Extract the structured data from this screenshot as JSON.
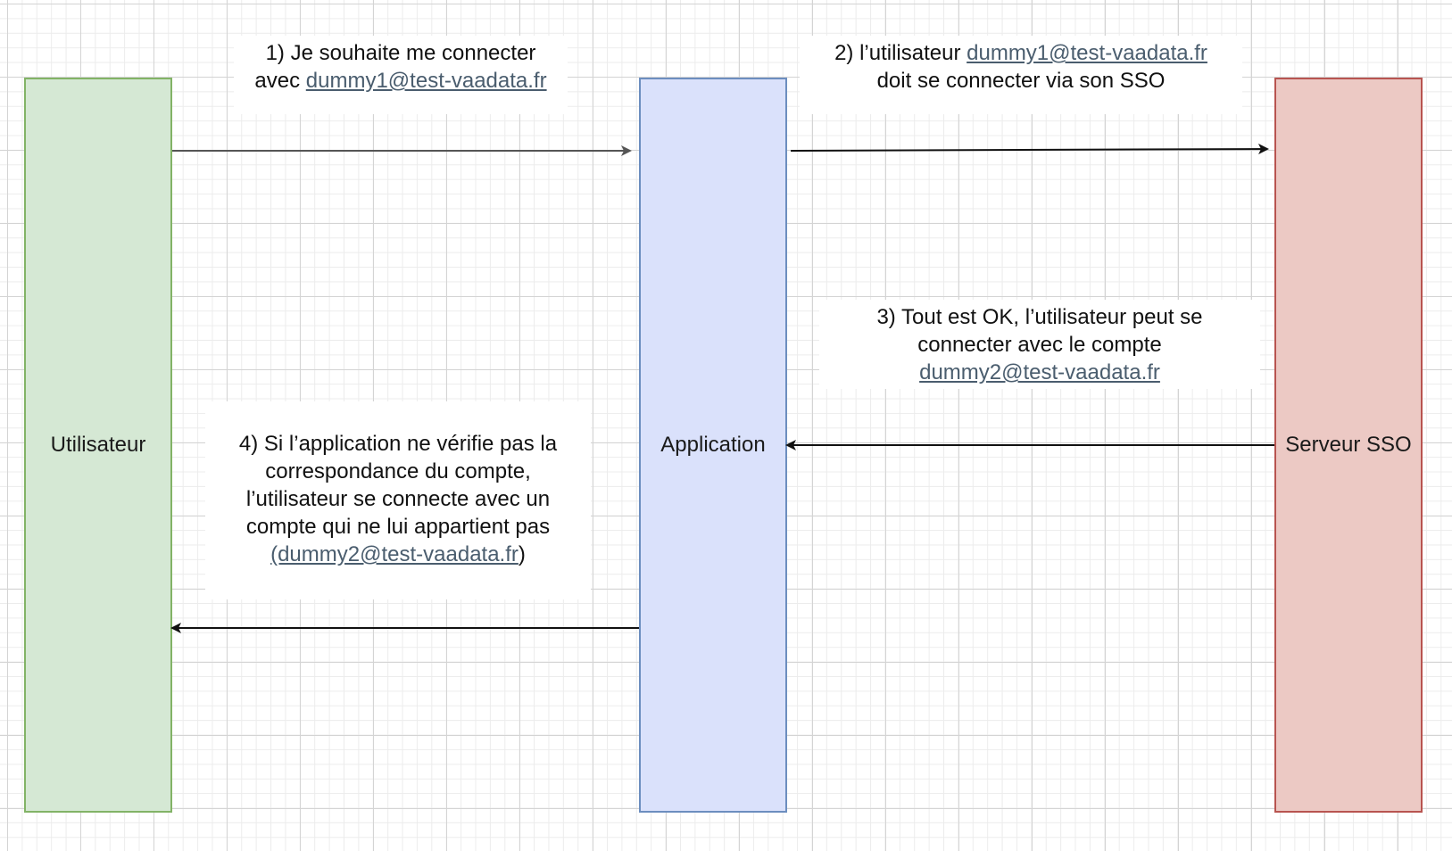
{
  "lanes": {
    "user": "Utilisateur",
    "app": "Application",
    "sso": "Serveur SSO"
  },
  "notes": {
    "step1": {
      "line1": "1) Je souhaite me connecter",
      "line2_prefix": "avec ",
      "link": "dummy1@test-vaadata.fr"
    },
    "step2": {
      "line1_prefix": "2) l’utilisateur ",
      "link": "dummy1@test-vaadata.fr",
      "line2": "doit se connecter via son SSO"
    },
    "step3": {
      "line1": "3) Tout est OK, l’utilisateur peut se",
      "line2": "connecter avec le compte",
      "link": "dummy2@test-vaadata.fr"
    },
    "step4": {
      "line1": "4) Si l’application ne vérifie pas la",
      "line2": "correspondance du compte,",
      "line3": "l’utilisateur se connecte avec un",
      "line4": "compte qui ne lui appartient pas",
      "link": "(dummy2@test-vaadata.fr",
      "suffix": ")"
    }
  },
  "colors": {
    "user_fill": "#d5e8d4",
    "user_border": "#82b366",
    "app_fill": "#dae1fb",
    "app_border": "#6c8ebf",
    "sso_fill": "#ecc9c4",
    "sso_border": "#b85450",
    "link": "#4a5d6e"
  }
}
